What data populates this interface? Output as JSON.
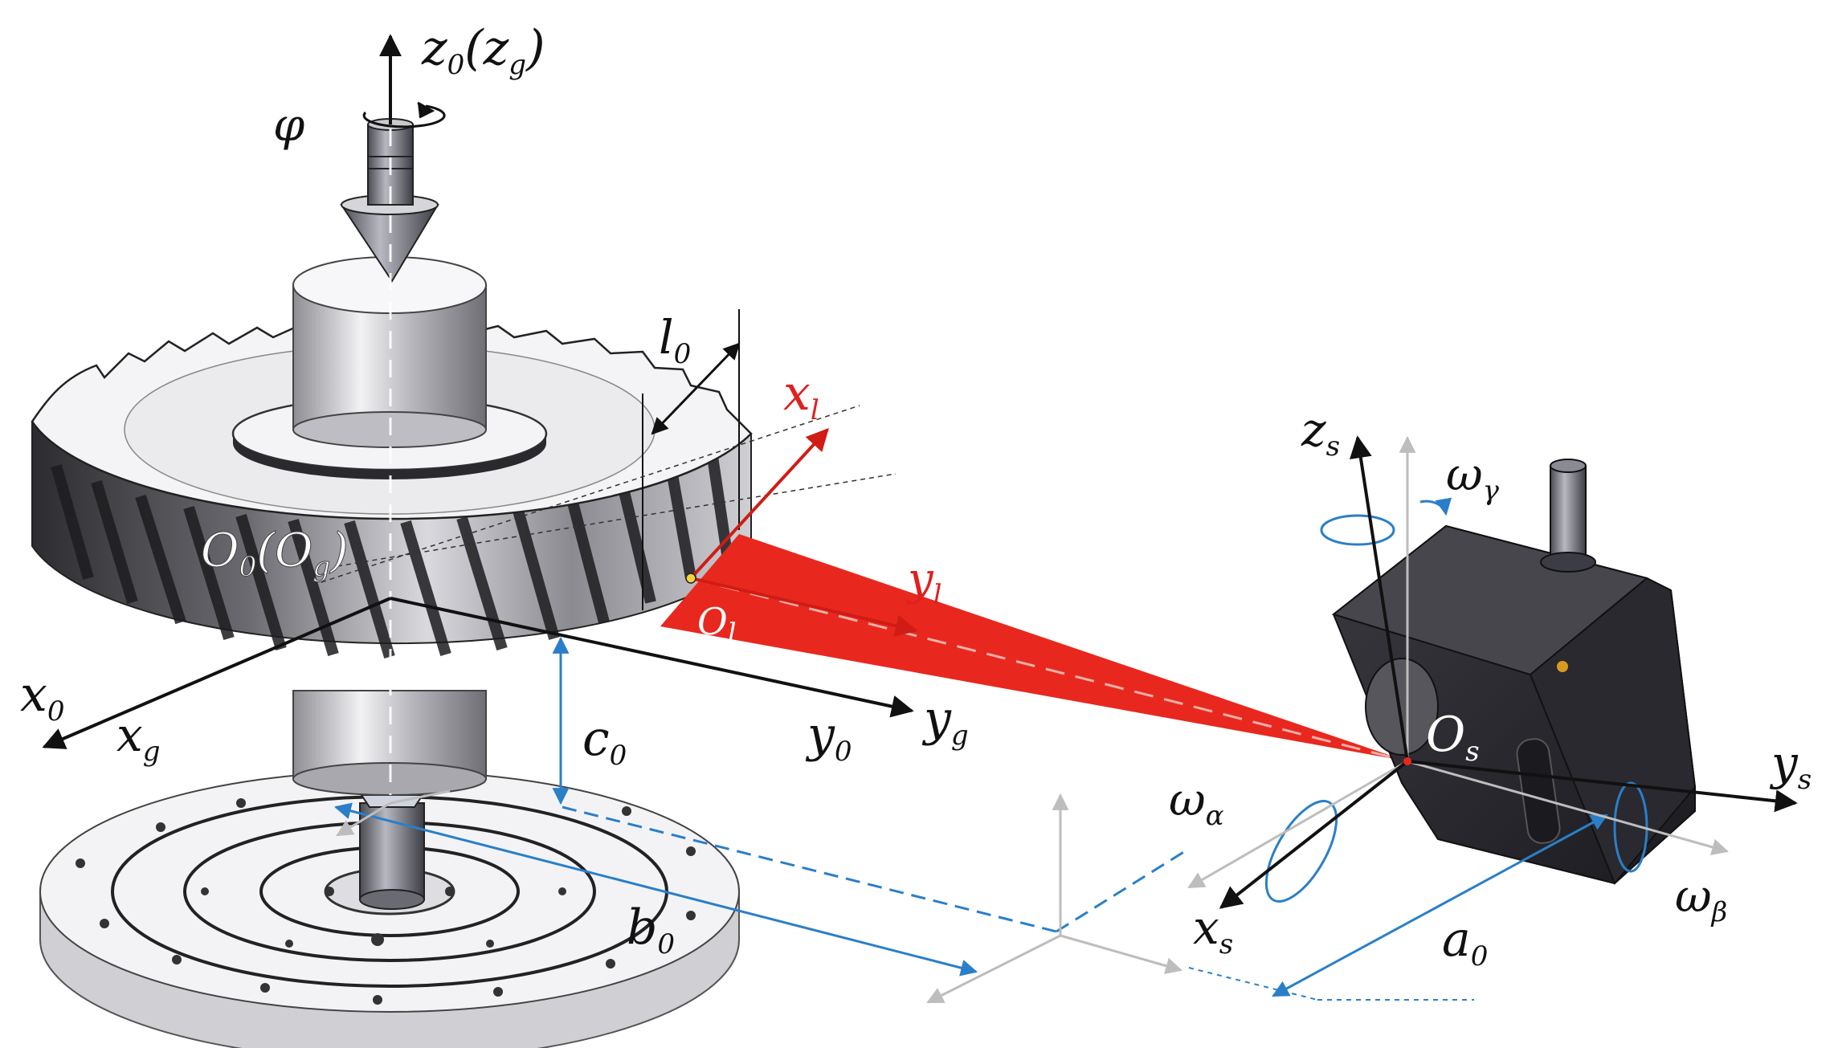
{
  "labels": {
    "z0": "z",
    "z0_sub": "0",
    "zg_open": "(z",
    "zg_sub": "g",
    "zg_close": ")",
    "phi": "φ",
    "l0": "l",
    "l0_sub": "0",
    "xl": "x",
    "xl_sub": "l",
    "yl": "y",
    "yl_sub": "l",
    "Ol": "O",
    "Ol_sub": "l",
    "O0": "O",
    "O0_sub": "0",
    "Og_open": "(O",
    "Og_sub": "g",
    "Og_close": ")",
    "x0": "x",
    "x0_sub": "0",
    "xg": "x",
    "xg_sub": "g",
    "c0": "c",
    "c0_sub": "0",
    "y0": "y",
    "y0_sub": "0",
    "yg": "y",
    "yg_sub": "g",
    "b0": "b",
    "b0_sub": "0",
    "zs": "z",
    "zs_sub": "s",
    "omega_gamma": "ω",
    "omega_gamma_sub": "γ",
    "Os": "O",
    "Os_sub": "s",
    "ys": "y",
    "ys_sub": "s",
    "omega_alpha": "ω",
    "omega_alpha_sub": "α",
    "xs": "x",
    "xs_sub": "s",
    "a0": "a",
    "a0_sub": "0",
    "omega_beta": "ω",
    "omega_beta_sub": "β"
  },
  "colors": {
    "axis_black": "#111111",
    "laser_red": "#e8281e",
    "laser_dark": "#d01c14",
    "dimension_blue": "#2a7fc8",
    "axis_gray": "#bdbdbd",
    "sensor_body": "#2e2d33",
    "gear_dark": "#3a3a3d",
    "metal_light": "#e6e6ea"
  }
}
